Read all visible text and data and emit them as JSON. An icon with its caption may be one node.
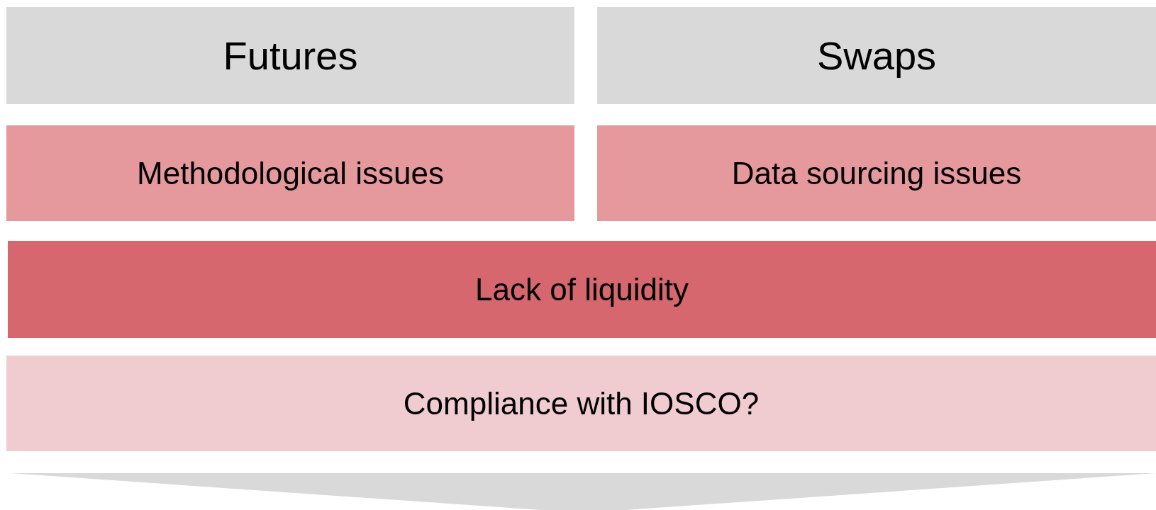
{
  "diagram": {
    "nodes": [
      {
        "text": [
          "Futures"
        ]
      },
      {
        "text": [
          "Swaps"
        ]
      },
      {
        "text": [
          "Methodological issues"
        ]
      },
      {
        "text": [
          "Data sourcing issues"
        ]
      },
      {
        "text": [
          "Lack of liquidity"
        ]
      },
      {
        "text": [
          "Compliance with IOSCO?"
        ]
      },
      {
        "text": [],
        "shape": "chevron"
      }
    ]
  }
}
